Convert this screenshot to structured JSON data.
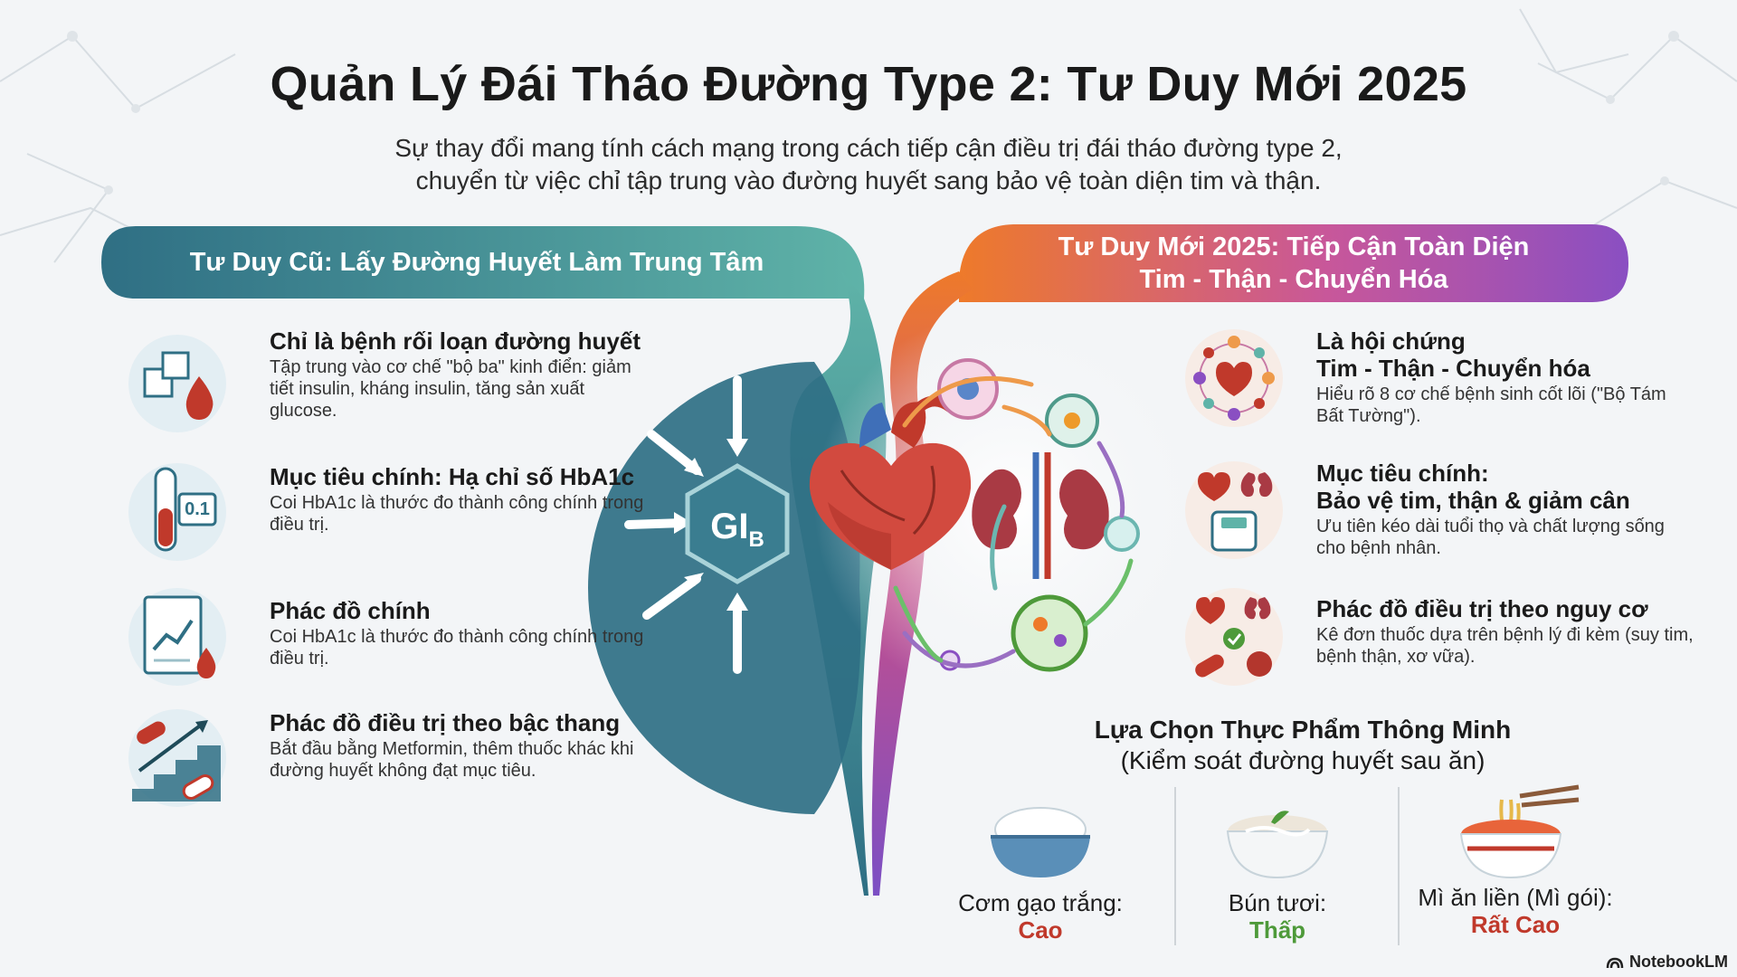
{
  "title": "Quản Lý Đái Tháo Đường Type 2: Tư Duy Mới 2025",
  "subtitle": {
    "line1": "Sự thay đổi mang tính cách mạng trong cách tiếp cận điều trị đái tháo đường type 2,",
    "line2": "chuyển từ việc chỉ tập trung vào đường huyết sang bảo vệ toàn diện tim và thận."
  },
  "old": {
    "banner": "Tư Duy Cũ: Lấy Đường Huyết Làm Trung Tâm",
    "items": [
      {
        "heading": "Chỉ là bệnh rối loạn đường huyết",
        "desc": "Tập trung vào cơ chế \"bộ ba\" kinh điển: giảm tiết insulin, kháng insulin, tăng sản xuất glucose."
      },
      {
        "heading": "Mục tiêu chính: Hạ chỉ số HbA1c",
        "desc": "Coi HbA1c là thước đo thành công chính trong điều trị.",
        "icon_label": "0.1"
      },
      {
        "heading": "Phác đồ chính",
        "desc": "Coi HbA1c là thước đo thành công chính trong điều trị."
      },
      {
        "heading": "Phác đồ điều trị theo bậc thang",
        "desc": "Bắt đầu bằng Metformin, thêm thuốc khác khi đường huyết không đạt mục tiêu."
      }
    ]
  },
  "center": {
    "gi_main": "GI",
    "gi_sub": "B"
  },
  "new": {
    "banner_line1": "Tư Duy Mới 2025: Tiếp Cận Toàn Diện",
    "banner_line2": "Tim - Thận - Chuyển Hóa",
    "items": [
      {
        "heading1": "Là hội chứng",
        "heading2": "Tim - Thận - Chuyển hóa",
        "desc": "Hiểu rõ 8 cơ chế bệnh sinh cốt lõi (\"Bộ Tám Bất Tường\")."
      },
      {
        "heading1": "Mục tiêu chính:",
        "heading2": "Bảo vệ tim, thận & giảm cân",
        "desc": "Ưu tiên kéo dài tuổi thọ và chất lượng sống cho bệnh nhân."
      },
      {
        "heading1": "Phác đồ điều trị theo nguy cơ",
        "heading2": "",
        "desc": "Kê đơn thuốc dựa trên bệnh lý đi kèm (suy tim, bệnh thận, xơ vữa)."
      }
    ]
  },
  "food": {
    "title": "Lựa Chọn Thực Phẩm Thông Minh",
    "subtitle": "(Kiểm soát đường huyết sau ăn)",
    "items": [
      {
        "name": "Cơm gạo trắng:",
        "level": "Cao",
        "color": "#c0392b"
      },
      {
        "name": "Bún tươi:",
        "level": "Thấp",
        "color": "#4e9a3a"
      },
      {
        "name": "Mì ăn liền (Mì gói):",
        "level": "Rất Cao",
        "color": "#c0392b"
      }
    ]
  },
  "logo": "NotebookLM",
  "colors": {
    "teal": "#2f6f84",
    "teal_light": "#5fb3a8",
    "orange": "#ee7a2a",
    "purple": "#8a4fc2",
    "red": "#c0392b",
    "green": "#4e9a3a"
  }
}
